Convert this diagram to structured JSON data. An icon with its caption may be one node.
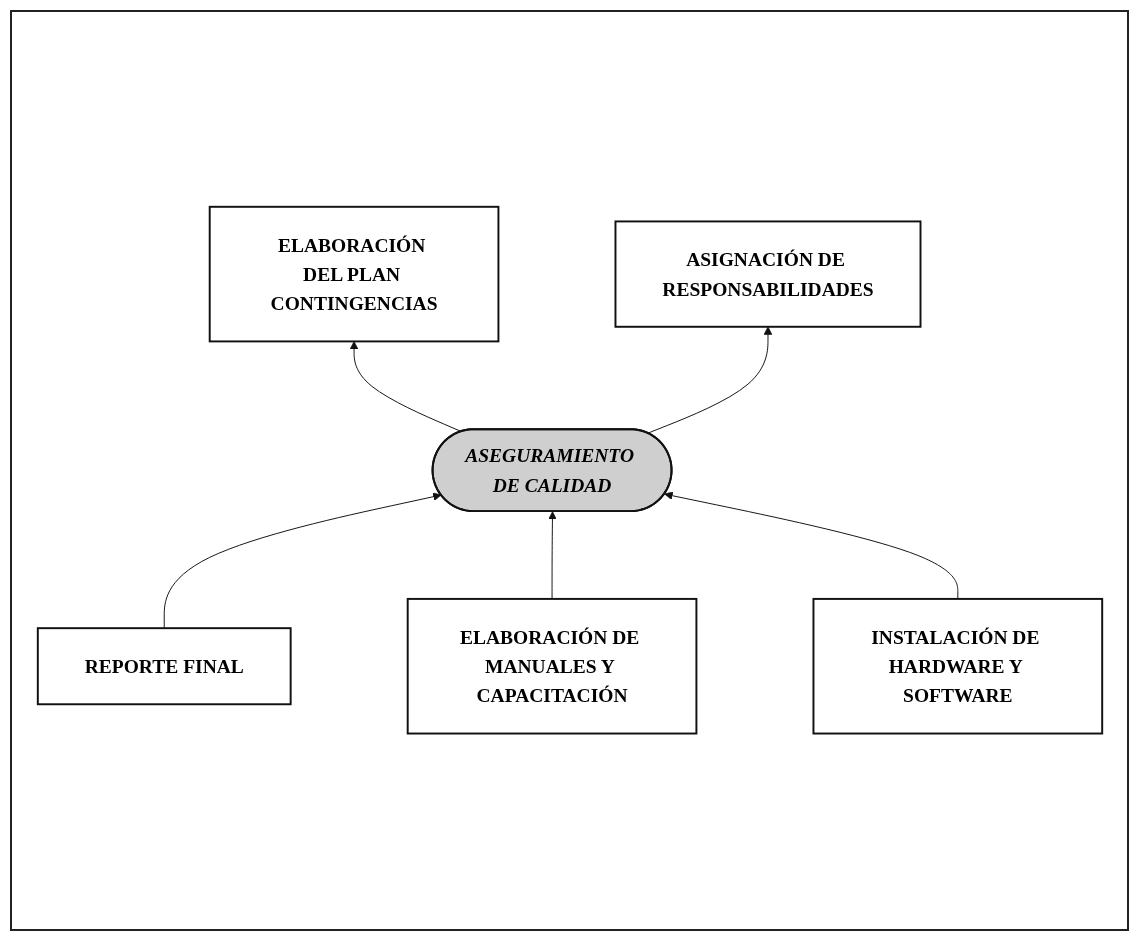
{
  "diagram": {
    "nodes": [
      {
        "text": [
          "ELABORACIÓN DEL PLAN CONTINGENCIAS"
        ]
      },
      {
        "text": [
          "ASIGNACIÓN DE RESPONSABILIDADES"
        ]
      },
      {
        "text": [
          "ASEGURAMIENTO DE CALIDAD"
        ]
      },
      {
        "text": [
          "REPORTE FINAL"
        ]
      },
      {
        "text": [
          "ELABORACIÓN DE MANUALES Y CAPACITACIÓN"
        ]
      },
      {
        "text": [
          "INSTALACIÓN DE HARDWARE Y SOFTWARE"
        ]
      }
    ],
    "edges": [
      {
        "from": 2,
        "to": 0,
        "arrow": "to"
      },
      {
        "from": 2,
        "to": 1,
        "arrow": "to"
      },
      {
        "from": 3,
        "to": 2,
        "arrow": "to"
      },
      {
        "from": 4,
        "to": 2,
        "arrow": "to"
      },
      {
        "from": 5,
        "to": 2,
        "arrow": "to"
      }
    ]
  }
}
